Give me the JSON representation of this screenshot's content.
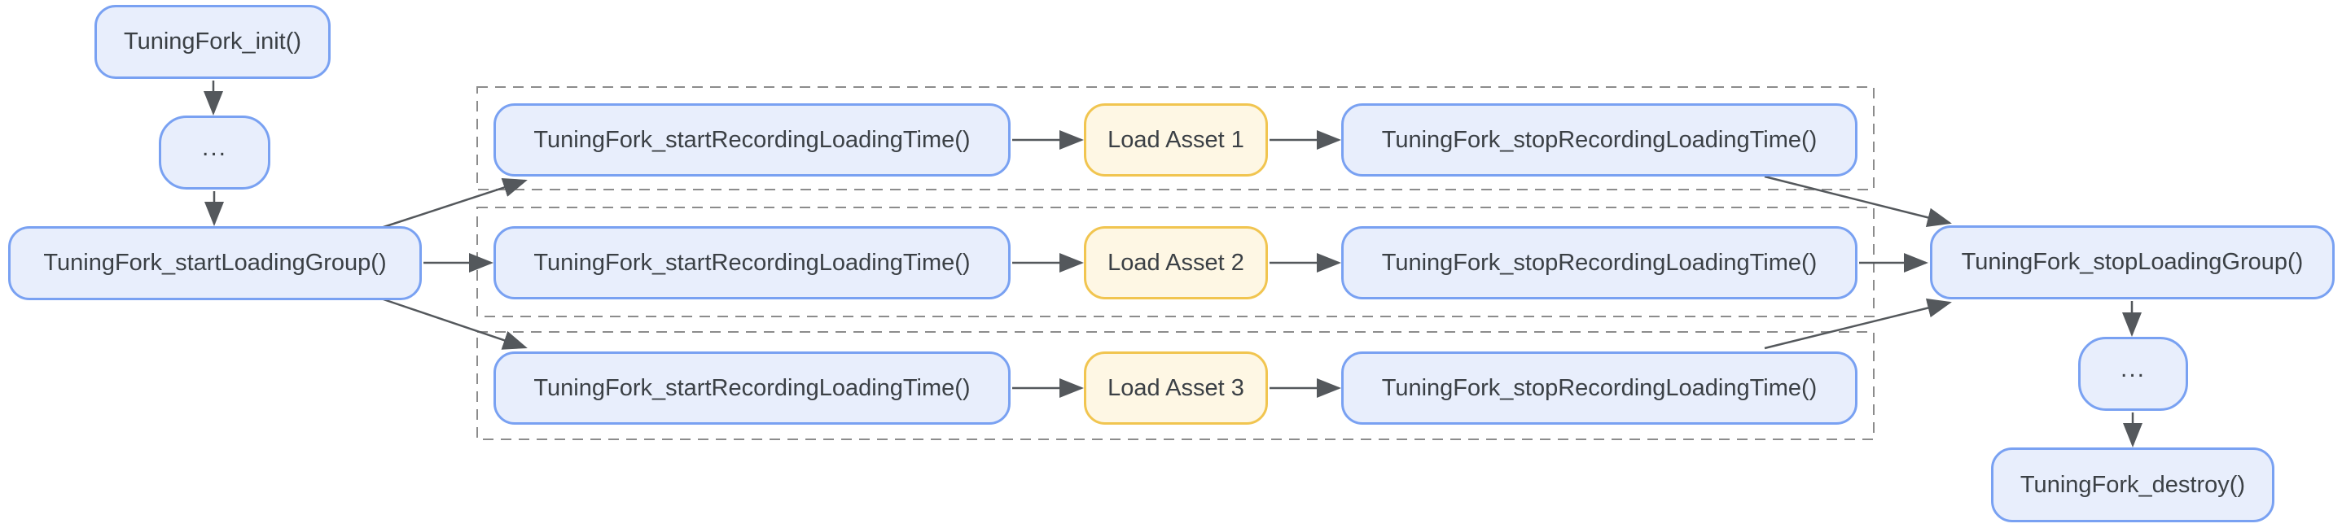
{
  "nodes": {
    "init": {
      "label": "TuningFork_init()"
    },
    "ellipsis_top": {
      "label": "..."
    },
    "start_loading_group": {
      "label": "TuningFork_startLoadingGroup()"
    },
    "stop_loading_group": {
      "label": "TuningFork_stopLoadingGroup()"
    },
    "ellipsis_bottom": {
      "label": "..."
    },
    "destroy": {
      "label": "TuningFork_destroy()"
    }
  },
  "rows": [
    {
      "start": "TuningFork_startRecordingLoadingTime()",
      "asset": "Load Asset 1",
      "stop": "TuningFork_stopRecordingLoadingTime()"
    },
    {
      "start": "TuningFork_startRecordingLoadingTime()",
      "asset": "Load Asset 2",
      "stop": "TuningFork_stopRecordingLoadingTime()"
    },
    {
      "start": "TuningFork_startRecordingLoadingTime()",
      "asset": "Load Asset 3",
      "stop": "TuningFork_stopRecordingLoadingTime()"
    }
  ],
  "colors": {
    "blue_fill": "#E8EEFC",
    "blue_border": "#79A1F2",
    "yellow_fill": "#FEF7E4",
    "yellow_border": "#F1C550",
    "edge": "#54585C",
    "group_outline": "#8C8C8C",
    "text": "#3B4045"
  }
}
